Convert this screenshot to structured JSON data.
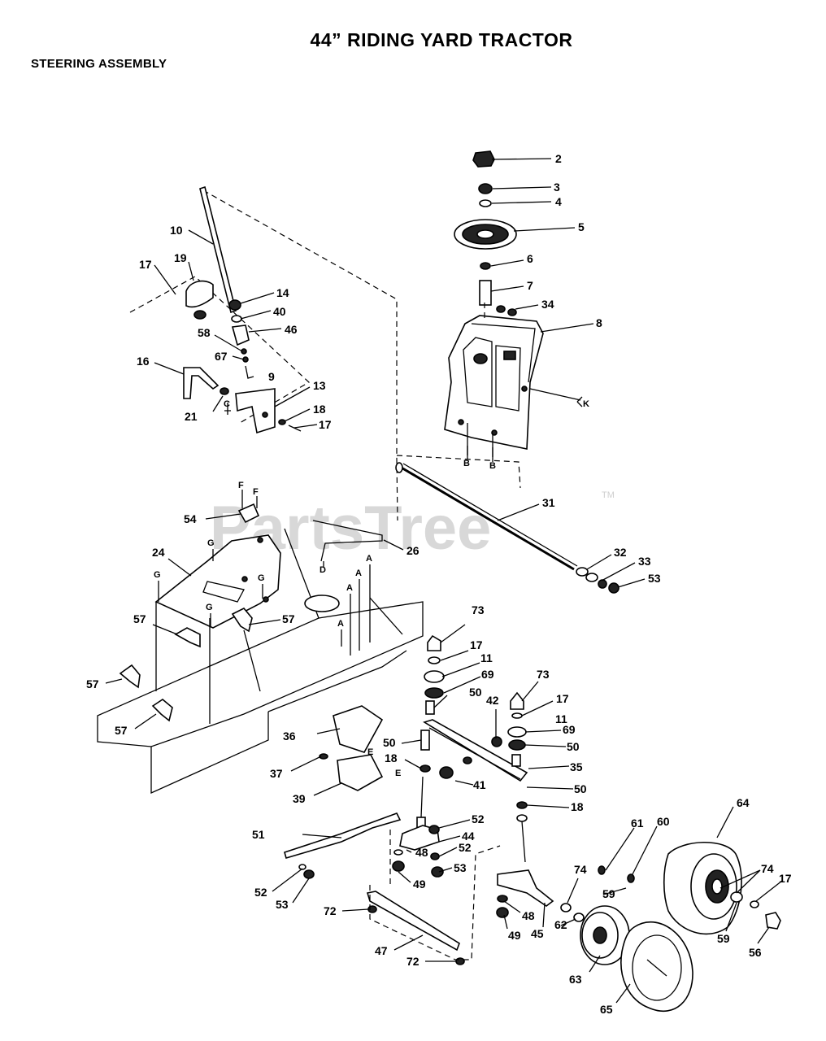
{
  "header": {
    "title": "44” RIDING YARD TRACTOR",
    "subtitle": "STEERING ASSEMBLY"
  },
  "watermark": {
    "text": "PartsTree",
    "tm": "TM"
  },
  "callouts": {
    "p2": "2",
    "p3": "3",
    "p4": "4",
    "p5": "5",
    "p6": "6",
    "p7": "7",
    "p34": "34",
    "p8": "8",
    "p10": "10",
    "p17a": "17",
    "p19": "19",
    "p14": "14",
    "p40": "40",
    "p46": "46",
    "p58": "58",
    "p67": "67",
    "p9": "9",
    "p16": "16",
    "p21": "21",
    "p13": "13",
    "p18a": "18",
    "p17b": "17",
    "p54": "54",
    "p24": "24",
    "p26": "26",
    "p31": "31",
    "p32": "32",
    "p33": "33",
    "p53a": "53",
    "p57a": "57",
    "p57b": "57",
    "p57c": "57",
    "p57d": "57",
    "p73a": "73",
    "p17c": "17",
    "p11a": "11",
    "p69a": "69",
    "p50a": "50",
    "p42": "42",
    "p73b": "73",
    "p17d": "17",
    "p11b": "11",
    "p69b": "69",
    "p50b": "50",
    "p36": "36",
    "p50c": "50",
    "p18b": "18",
    "p41": "41",
    "p35": "35",
    "p37": "37",
    "p39": "39",
    "p50d": "50",
    "p18c": "18",
    "p52a": "52",
    "p44": "44",
    "p48a": "48",
    "p52b": "52",
    "p51": "51",
    "p53b": "53",
    "p49a": "49",
    "p52c": "52",
    "p53c": "53",
    "p61": "61",
    "p60": "60",
    "p64": "64",
    "p74a": "74",
    "p59a": "59",
    "p74b": "74",
    "p17e": "17",
    "p72a": "72",
    "p48b": "48",
    "p45": "45",
    "p62": "62",
    "p49b": "49",
    "p47": "47",
    "p72b": "72",
    "p63": "63",
    "p59b": "59",
    "p56": "56",
    "p65": "65"
  },
  "ref_marks": {
    "K": "K",
    "B1": "B",
    "B2": "B",
    "C": "C",
    "D": "D",
    "E1": "E",
    "E2": "E",
    "F1": "F",
    "F2": "F",
    "G1": "G",
    "G2": "G",
    "G3": "G",
    "G4": "G",
    "A1": "A",
    "A2": "A",
    "A3": "A",
    "A4": "A"
  }
}
